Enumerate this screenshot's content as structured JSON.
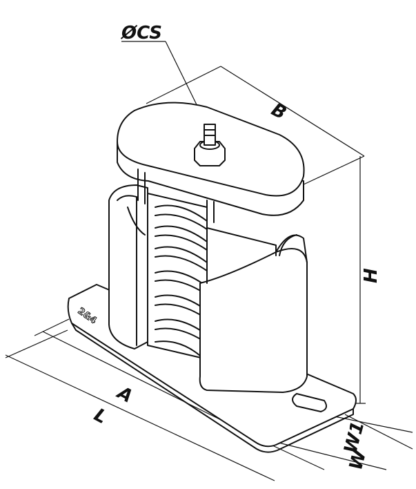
{
  "title": "Spring vibration isolator dimension drawing",
  "labels": {
    "cs": "ØCS",
    "b": "B",
    "h": "H",
    "a": "A",
    "l": "L",
    "w1": "W1",
    "w": "W"
  },
  "logo_text": "2&4"
}
